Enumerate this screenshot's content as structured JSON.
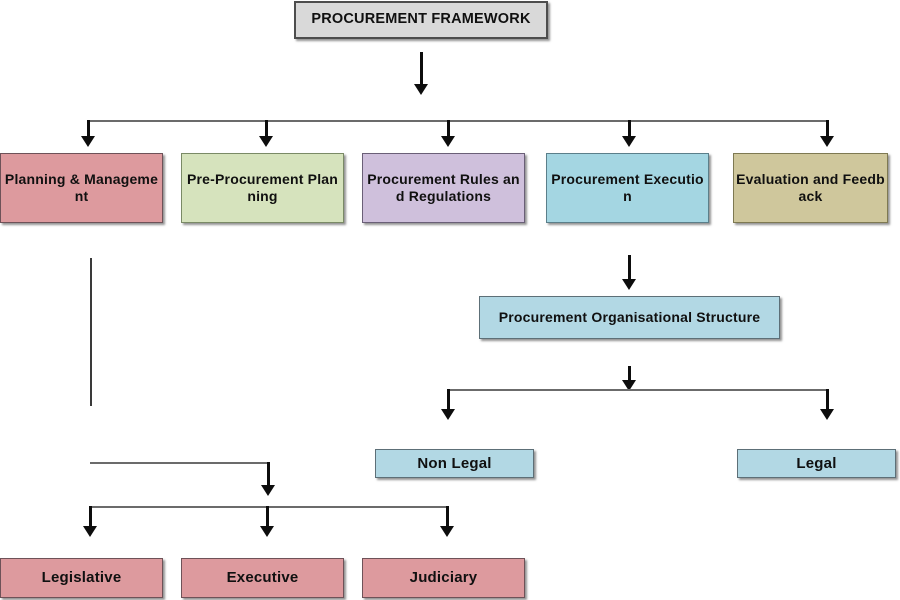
{
  "diagram": {
    "title_box": {
      "label": "PROCUREMENT FRAMEWORK",
      "color": "#d9d9d9"
    },
    "level1": [
      {
        "label": "Planning & Management",
        "color": "#dd9a9e"
      },
      {
        "label": "Pre-Procurement Planning",
        "color": "#d6e3bd"
      },
      {
        "label": "Procurement Rules and Regulations",
        "color": "#cfc0dc"
      },
      {
        "label": "Procurement Execution",
        "color": "#a4d6e2"
      },
      {
        "label": "Evaluation and Feedback",
        "color": "#cfc79c"
      }
    ],
    "level2": [
      {
        "label": "Procurement Organisational Structure",
        "color": "#b2d8e4"
      }
    ],
    "level3": [
      {
        "label": "Non Legal",
        "color": "#b2d8e4"
      },
      {
        "label": "Legal",
        "color": "#b2d8e4"
      }
    ],
    "level4": [
      {
        "label": "Legislative",
        "color": "#dd9a9e"
      },
      {
        "label": "Executive",
        "color": "#dd9a9e"
      },
      {
        "label": "Judiciary",
        "color": "#dd9a9e"
      }
    ],
    "connectors": {
      "root_to_bus": "arrow-down",
      "bus1": "horizontal-distributor-5",
      "execution_to_structure": "arrow-down",
      "structure_bus": "horizontal-distributor-2",
      "planning_branch": "elbow-down",
      "bus2": "horizontal-distributor-3"
    }
  }
}
